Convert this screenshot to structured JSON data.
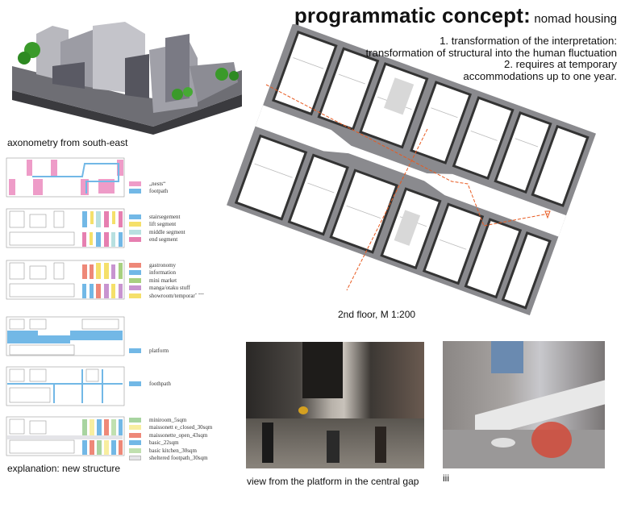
{
  "header": {
    "title": "programmatic concept:",
    "subtitle": "nomad housing"
  },
  "concept": {
    "lines": [
      "1. transformation of the interpretation:",
      "transformation of structural into the human fluctuation",
      "2. requires at temporary",
      "accommodations up to one year."
    ]
  },
  "axonometry": {
    "caption": "axonometry from south-east"
  },
  "explanation": {
    "caption": "explanation: new structure",
    "legends": [
      [
        {
          "label": "„nests“",
          "color": "#ee9cc8"
        },
        {
          "label": "footpath",
          "color": "#72b8e6"
        }
      ],
      [
        {
          "label": "stairsegement",
          "color": "#72b8e6"
        },
        {
          "label": "lift segment",
          "color": "#f5e06a"
        },
        {
          "label": "middle segment",
          "color": "#b8e0e0"
        },
        {
          "label": "end segment",
          "color": "#e67fb0"
        }
      ],
      [
        {
          "label": "gastronomy",
          "color": "#ee8878"
        },
        {
          "label": "information",
          "color": "#72b8e6"
        },
        {
          "label": "mini market",
          "color": "#a8d080"
        },
        {
          "label": "manga/otaku stuff",
          "color": "#c894d0"
        },
        {
          "label": "showroom/temporar˜ ˜˜˜",
          "color": "#f5e06a"
        }
      ],
      [
        {
          "label": "platform",
          "color": "#72b8e6"
        }
      ],
      [
        {
          "label": "foothpath",
          "color": "#72b8e6"
        }
      ],
      [
        {
          "label": "miniroom_5sqm",
          "color": "#a8d4a0"
        },
        {
          "label": "maissonett e_closed_30sqm",
          "color": "#f8eea0"
        },
        {
          "label": "maissonette_open_43sqm",
          "color": "#ee8878"
        },
        {
          "label": "basic_22sqm",
          "color": "#72b8e6"
        },
        {
          "label": "basic kitchen_30sqm",
          "color": "#c0e0b0"
        },
        {
          "label": "sheltered footpath_30sqm",
          "color": "#e4e4e8"
        }
      ]
    ]
  },
  "plan": {
    "caption": "2nd floor, M 1:200"
  },
  "views": [
    {
      "caption": "view from the platform in the central gap"
    },
    {
      "caption": "iii"
    }
  ]
}
